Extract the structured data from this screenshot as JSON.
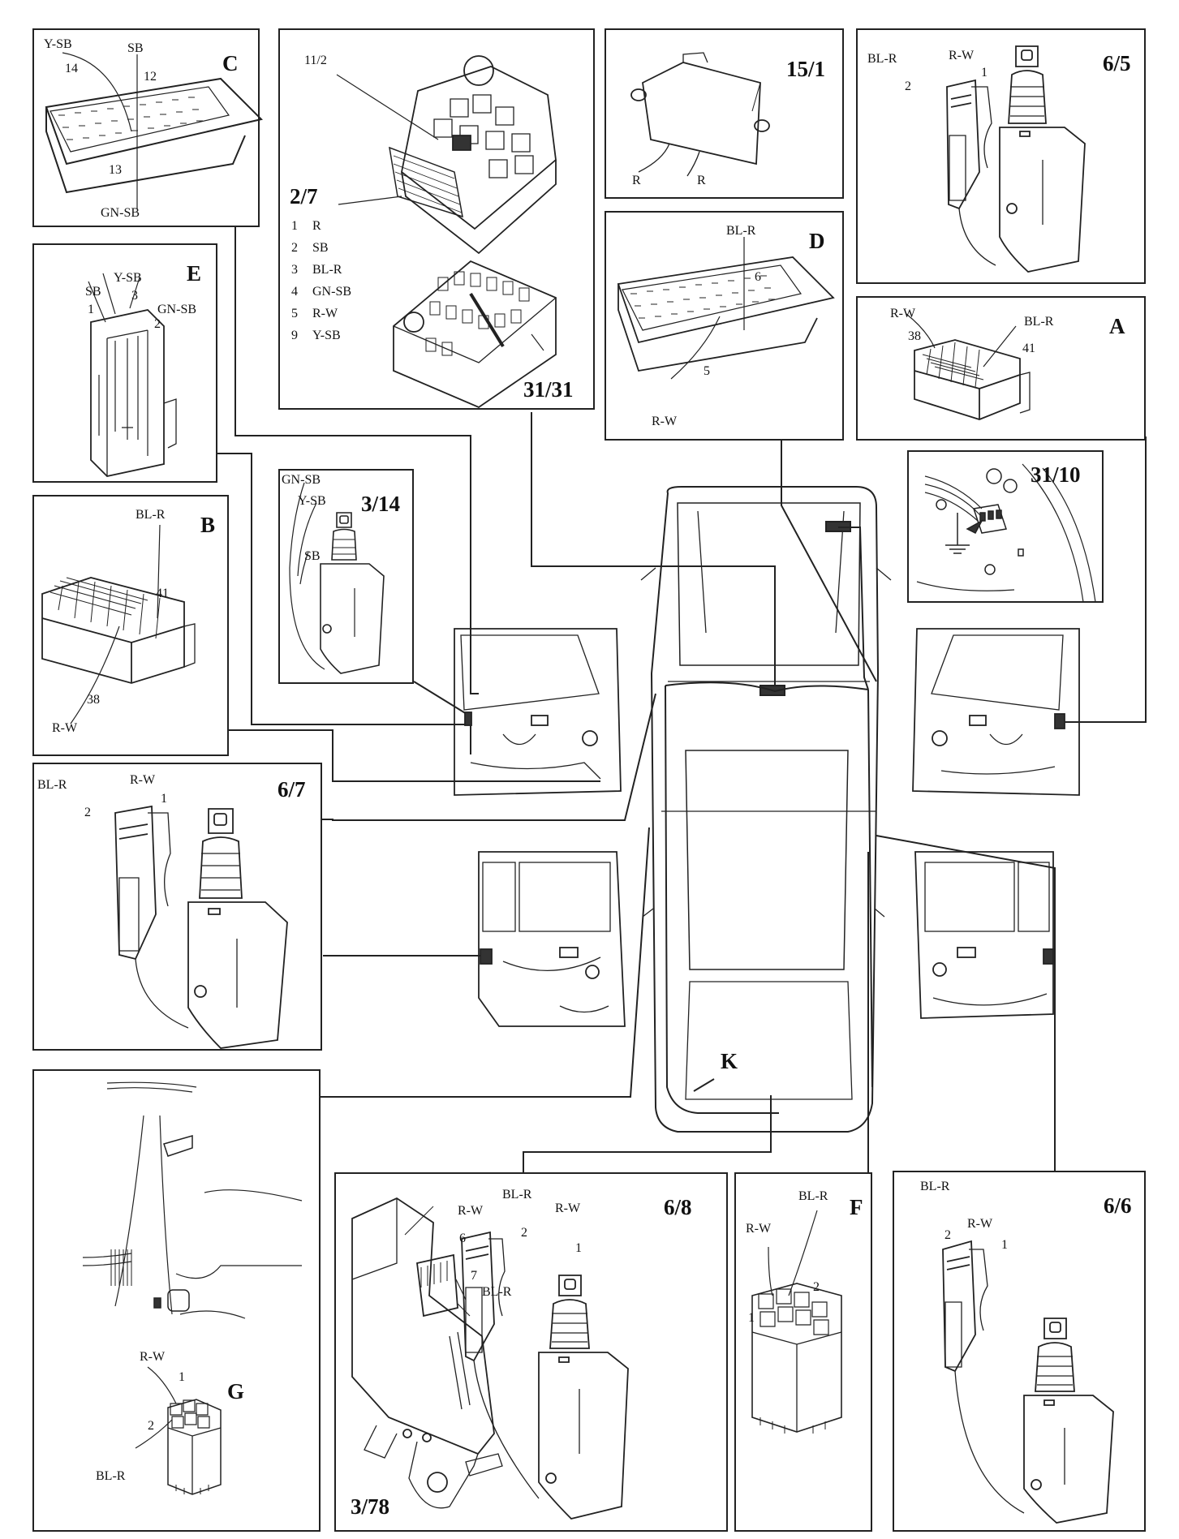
{
  "panels": {
    "C": {
      "id": "C",
      "labels": [
        "Y-SB",
        "SB",
        "14",
        "12",
        "13",
        "GN-SB"
      ]
    },
    "p2_7": {
      "id_top": "11/2",
      "id_main": "2/7",
      "id_bottom": "31/31",
      "legend": [
        {
          "num": "1",
          "wire": "R"
        },
        {
          "num": "2",
          "wire": "SB"
        },
        {
          "num": "3",
          "wire": "BL-R"
        },
        {
          "num": "4",
          "wire": "GN-SB"
        },
        {
          "num": "5",
          "wire": "R-W"
        },
        {
          "num": "9",
          "wire": "Y-SB"
        }
      ]
    },
    "p15_1": {
      "id": "15/1",
      "labels": [
        "R",
        "R"
      ]
    },
    "p6_5": {
      "id": "6/5",
      "labels": [
        "BL-R",
        "R-W",
        "2",
        "1"
      ]
    },
    "E": {
      "id": "E",
      "labels": [
        "Y-SB",
        "SB",
        "3",
        "1",
        "GN-SB",
        "2"
      ]
    },
    "D": {
      "id": "D",
      "labels": [
        "BL-R",
        "6",
        "5",
        "R-W"
      ]
    },
    "A": {
      "id": "A",
      "labels": [
        "R-W",
        "BL-R",
        "38",
        "41"
      ]
    },
    "B": {
      "id": "B",
      "labels": [
        "BL-R",
        "41",
        "38",
        "R-W"
      ]
    },
    "p3_14": {
      "id": "3/14",
      "labels": [
        "GN-SB",
        "Y-SB",
        "SB"
      ]
    },
    "p31_10": {
      "id": "31/10"
    },
    "p6_7": {
      "id": "6/7",
      "labels": [
        "BL-R",
        "R-W",
        "2",
        "1"
      ]
    },
    "G": {
      "id": "G",
      "labels": [
        "R-W",
        "1",
        "2",
        "BL-R"
      ]
    },
    "p6_8": {
      "id": "6/8",
      "id2": "3/78",
      "labels": [
        "R-W",
        "6",
        "7",
        "BL-R",
        "BL-R",
        "R-W",
        "2",
        "1"
      ]
    },
    "F": {
      "id": "F",
      "labels": [
        "BL-R",
        "R-W",
        "2",
        "1"
      ]
    },
    "p6_6": {
      "id": "6/6",
      "labels": [
        "BL-R",
        "2",
        "R-W",
        "1"
      ]
    },
    "K": {
      "id": "K"
    }
  }
}
